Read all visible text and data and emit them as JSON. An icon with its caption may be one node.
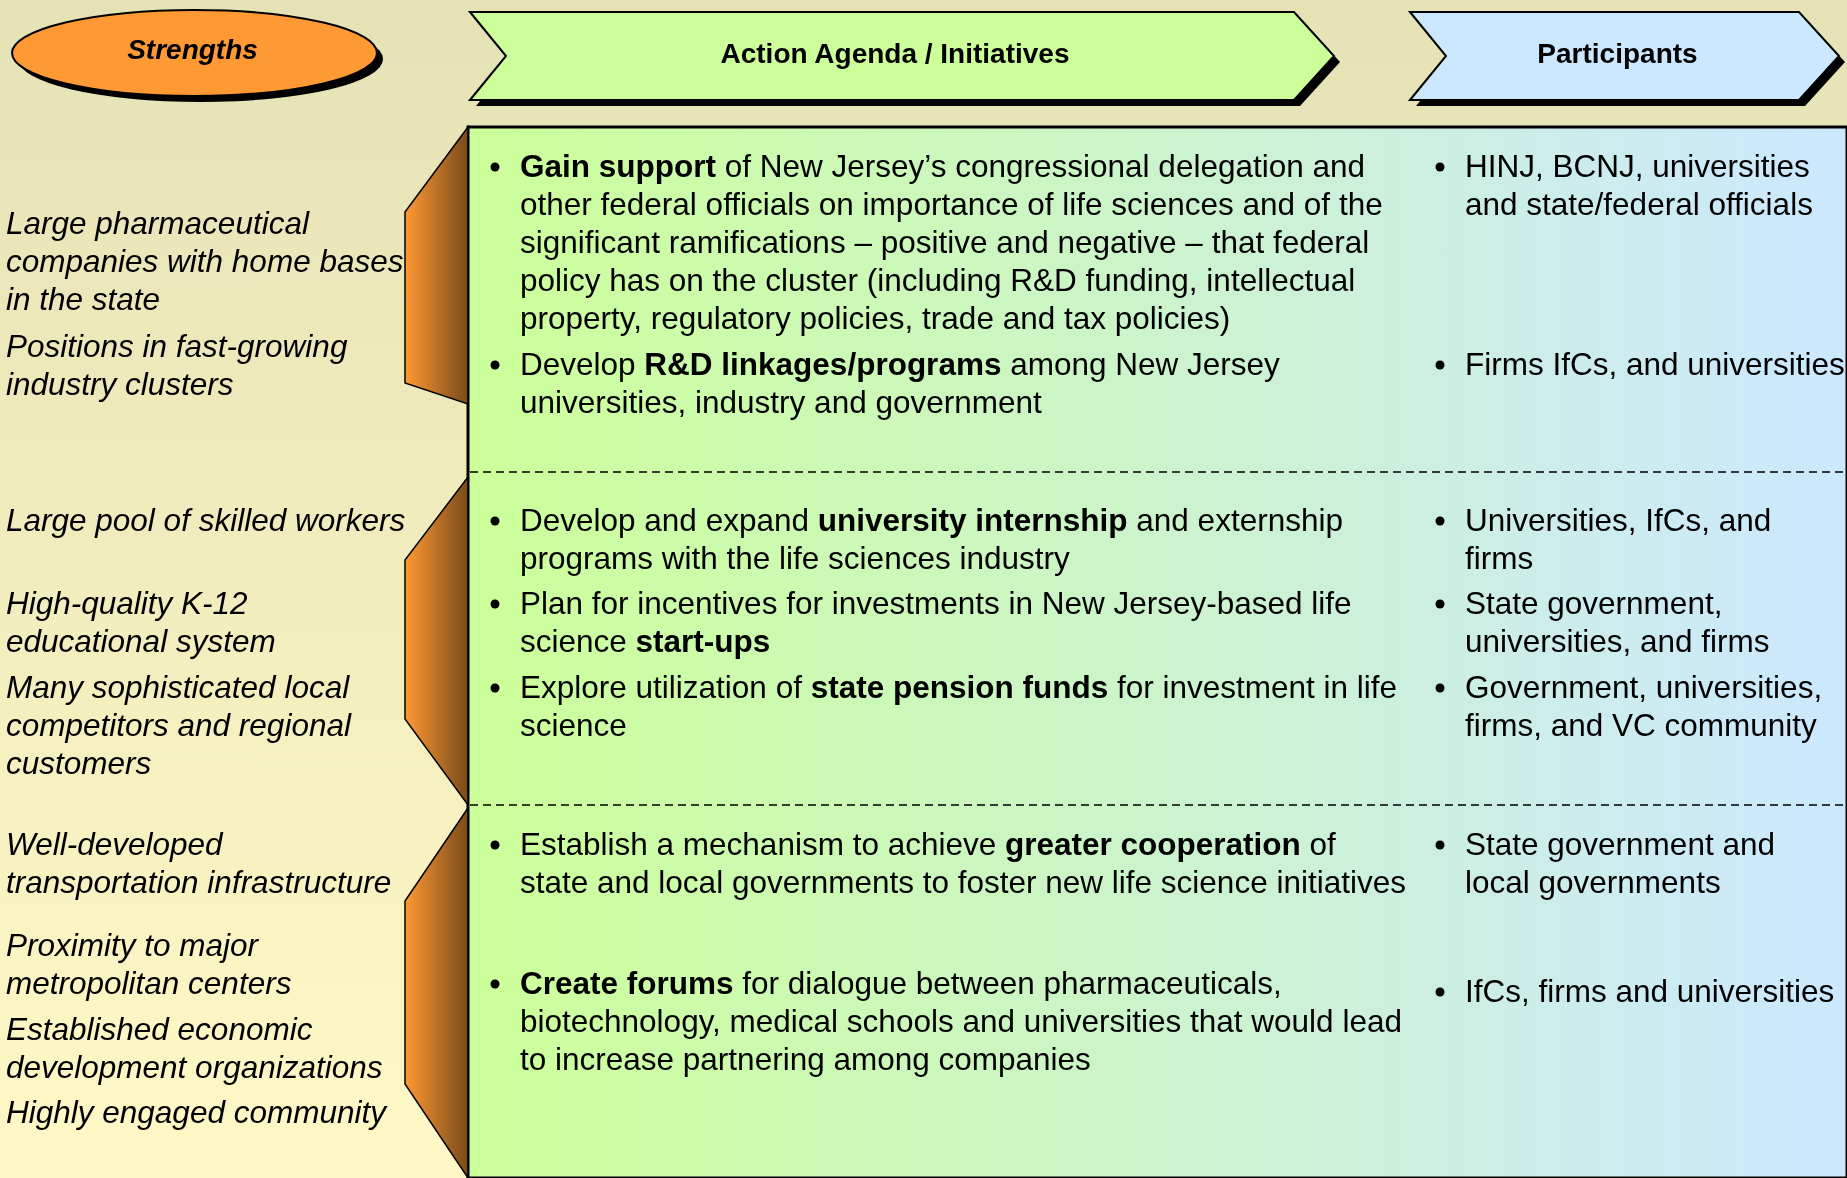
{
  "diagram": {
    "nodes": [
      {
        "text": [
          "Strengths"
        ]
      },
      {
        "text": [
          "Action Agenda / Initiatives"
        ]
      },
      {
        "text": [
          "Participants"
        ]
      },
      {
        "text": [],
        "shape": "bracket"
      },
      {
        "text": [],
        "shape": "bracket"
      },
      {
        "text": [],
        "shape": "bracket"
      }
    ],
    "labels": [
      "Large pharmaceutical companies with home bases in the state",
      "Positions in fast-growing industry clusters",
      "**Gain support** of  New Jersey’s congressional delegation and other federal officials on importance of life sciences and of the significant ramifications – positive and negative – that federal policy has on the cluster (including R&D funding, intellectual property, regulatory policies, trade and tax policies)",
      "Develop **R&D linkages/programs** among New Jersey universities, industry and government",
      "HINJ, BCNJ, universities and state/federal officials",
      "Firms IfCs, and universities",
      "Large pool of skilled workers",
      "High-quality K-12 educational system",
      "Many sophisticated local competitors and regional customers",
      "Develop and expand **university internship** and externship programs with the life sciences industry",
      "Plan for incentives for investments in New Jersey-based life science **start-ups**",
      "Explore utilization of **state pension funds** for investment in life science",
      "Universities, IfCs, and firms",
      "State government, universities, and firms",
      "Government, universities, firms, and VC community",
      "Well-developed transportation infrastructure",
      "Proximity to major metropolitan centers",
      "Established economic development organizations",
      "Highly engaged community",
      "Establish a mechanism to achieve **greater cooperation** of state and local governments to foster new life science initiatives",
      "**Create forums** for dialogue between pharmaceuticals, biotechnology, medical schools and universities that would lead to increase partnering among companies",
      "State government and local governments",
      "IfCs, firms and universities"
    ]
  }
}
